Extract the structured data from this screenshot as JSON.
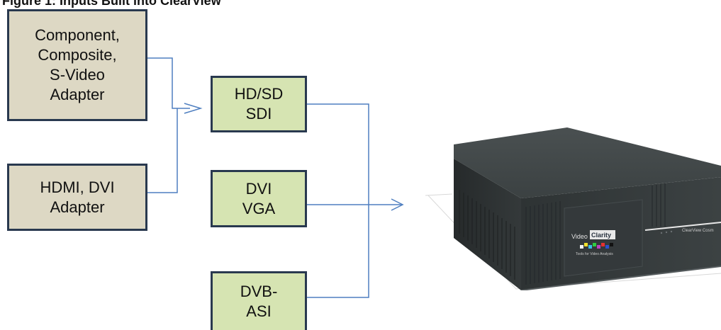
{
  "figure": {
    "title": "Figure 1: Inputs Built into ClearView"
  },
  "adapters": [
    {
      "id": "component",
      "label": "Component,\nComposite,\nS-Video\nAdapter"
    },
    {
      "id": "hdmi",
      "label": "HDMI, DVI\nAdapter"
    }
  ],
  "inputs": [
    {
      "id": "sdi",
      "label": "HD/SD\nSDI"
    },
    {
      "id": "dvi",
      "label": "DVI\nVGA"
    },
    {
      "id": "asi",
      "label": "DVB-\nASI"
    }
  ],
  "device": {
    "brand_word1": "Video",
    "brand_word2": "Clarity",
    "tagline": "Tools for Video Analysis",
    "model": "ClearView Cosm"
  },
  "colors": {
    "adapter_fill": "#ddd8c4",
    "input_fill": "#d6e4b2",
    "box_border": "#29394f",
    "connector": "#4f7fc0",
    "device_body": "#3a3f40"
  }
}
